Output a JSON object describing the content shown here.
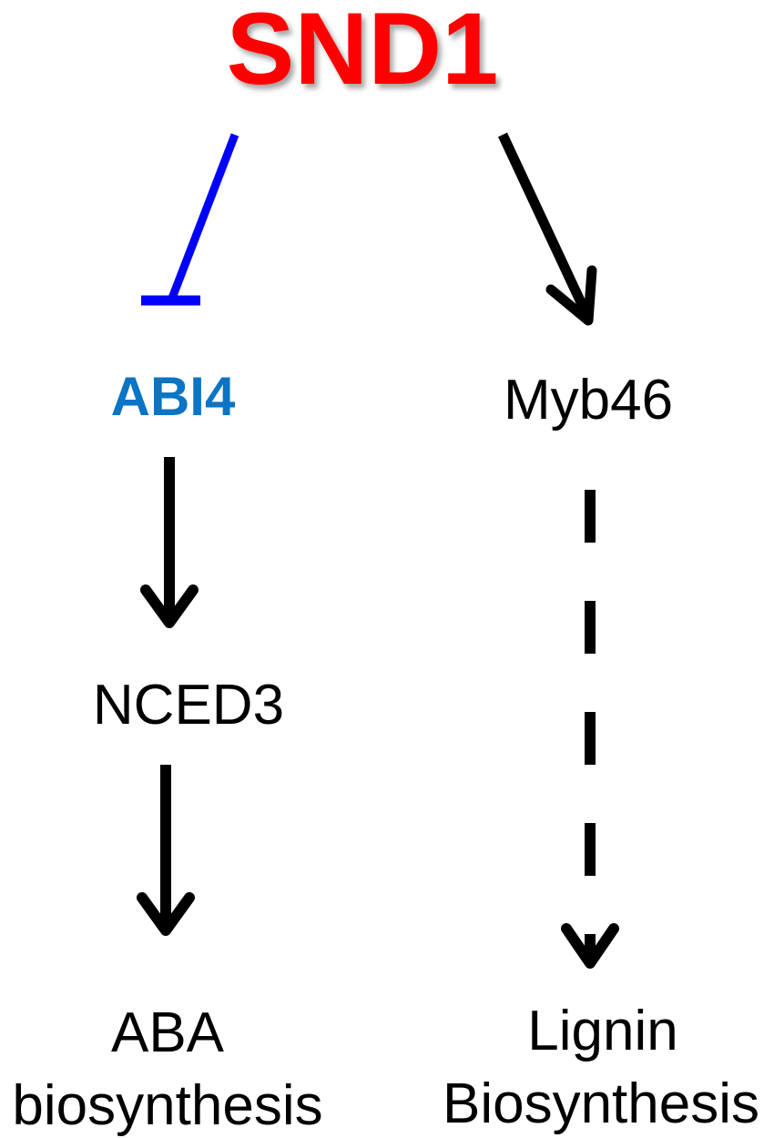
{
  "nodes": {
    "snd1": {
      "label": "SND1",
      "color": "#ff0000"
    },
    "abi4": {
      "label": "ABI4",
      "color": "#0b74c4"
    },
    "myb46": {
      "label": "Myb46",
      "color": "#000000"
    },
    "nced3": {
      "label": "NCED3",
      "color": "#000000"
    },
    "aba": {
      "line1": "ABA",
      "line2": "biosynthesis",
      "color": "#000000"
    },
    "lignin": {
      "line1": "Lignin",
      "line2": "Biosynthesis",
      "color": "#000000"
    }
  },
  "edges": {
    "snd1_abi4": {
      "type": "inhibition",
      "color": "#0000ff"
    },
    "snd1_myb46": {
      "type": "activation",
      "color": "#000000"
    },
    "abi4_nced3": {
      "type": "activation",
      "color": "#000000"
    },
    "nced3_aba": {
      "type": "activation",
      "color": "#000000"
    },
    "myb46_lignin": {
      "type": "activation-dashed",
      "color": "#000000"
    }
  }
}
